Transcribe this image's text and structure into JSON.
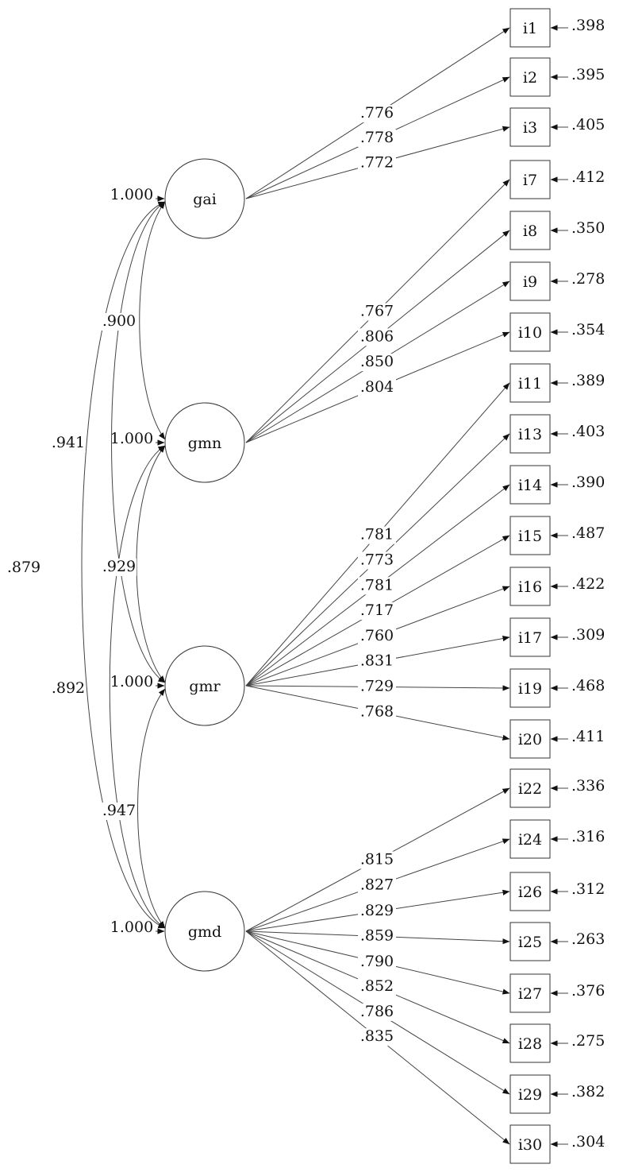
{
  "latent_factors": [
    {
      "id": "gai",
      "label": "gai",
      "variance": "1.000"
    },
    {
      "id": "gmn",
      "label": "gmn",
      "variance": "1.000"
    },
    {
      "id": "gmr",
      "label": "gmr",
      "variance": "1.000"
    },
    {
      "id": "gmd",
      "label": "gmd",
      "variance": "1.000"
    }
  ],
  "indicators": [
    {
      "id": "i1",
      "label": "i1",
      "factor": "gai",
      "loading": ".776",
      "error": ".398"
    },
    {
      "id": "i2",
      "label": "i2",
      "factor": "gai",
      "loading": ".778",
      "error": ".395"
    },
    {
      "id": "i3",
      "label": "i3",
      "factor": "gai",
      "loading": ".772",
      "error": ".405"
    },
    {
      "id": "i7",
      "label": "i7",
      "factor": "gmn",
      "loading": ".767",
      "error": ".412"
    },
    {
      "id": "i8",
      "label": "i8",
      "factor": "gmn",
      "loading": ".806",
      "error": ".350"
    },
    {
      "id": "i9",
      "label": "i9",
      "factor": "gmn",
      "loading": ".850",
      "error": ".278"
    },
    {
      "id": "i10",
      "label": "i10",
      "factor": "gmn",
      "loading": ".804",
      "error": ".354"
    },
    {
      "id": "i11",
      "label": "i11",
      "factor": "gmr",
      "loading": ".781",
      "error": ".389"
    },
    {
      "id": "i13",
      "label": "i13",
      "factor": "gmr",
      "loading": ".773",
      "error": ".403"
    },
    {
      "id": "i14",
      "label": "i14",
      "factor": "gmr",
      "loading": ".781",
      "error": ".390"
    },
    {
      "id": "i15",
      "label": "i15",
      "factor": "gmr",
      "loading": ".717",
      "error": ".487"
    },
    {
      "id": "i16",
      "label": "i16",
      "factor": "gmr",
      "loading": ".760",
      "error": ".422"
    },
    {
      "id": "i17",
      "label": "i17",
      "factor": "gmr",
      "loading": ".831",
      "error": ".309"
    },
    {
      "id": "i19",
      "label": "i19",
      "factor": "gmr",
      "loading": ".729",
      "error": ".468"
    },
    {
      "id": "i20",
      "label": "i20",
      "factor": "gmr",
      "loading": ".768",
      "error": ".411"
    },
    {
      "id": "i22",
      "label": "i22",
      "factor": "gmd",
      "loading": ".815",
      "error": ".336"
    },
    {
      "id": "i24",
      "label": "i24",
      "factor": "gmd",
      "loading": ".827",
      "error": ".316"
    },
    {
      "id": "i26",
      "label": "i26",
      "factor": "gmd",
      "loading": ".829",
      "error": ".312"
    },
    {
      "id": "i25",
      "label": "i25",
      "factor": "gmd",
      "loading": ".859",
      "error": ".263"
    },
    {
      "id": "i27",
      "label": "i27",
      "factor": "gmd",
      "loading": ".790",
      "error": ".376"
    },
    {
      "id": "i28",
      "label": "i28",
      "factor": "gmd",
      "loading": ".852",
      "error": ".275"
    },
    {
      "id": "i29",
      "label": "i29",
      "factor": "gmd",
      "loading": ".786",
      "error": ".382"
    },
    {
      "id": "i30",
      "label": "i30",
      "factor": "gmd",
      "loading": ".835",
      "error": ".304"
    }
  ],
  "correlations": [
    {
      "from": "gai",
      "to": "gmn",
      "value": ".900"
    },
    {
      "from": "gai",
      "to": "gmr",
      "value": ".941"
    },
    {
      "from": "gai",
      "to": "gmd",
      "value": ".879"
    },
    {
      "from": "gmn",
      "to": "gmr",
      "value": ".929"
    },
    {
      "from": "gmn",
      "to": "gmd",
      "value": ".892"
    },
    {
      "from": "gmr",
      "to": "gmd",
      "value": ".947"
    }
  ]
}
